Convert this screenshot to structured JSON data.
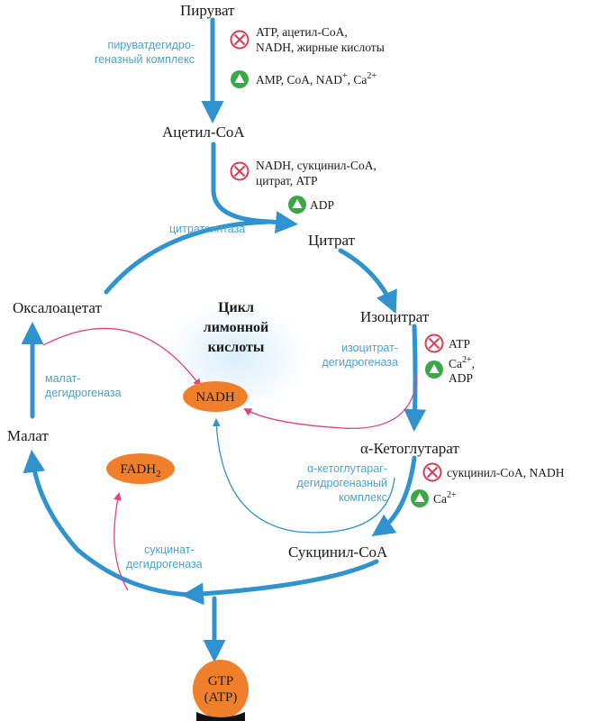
{
  "colors": {
    "flow": "#2f93d0",
    "enzyme_text": "#4aa3d4",
    "product_arrow": "#e0457a",
    "product_fill": "#f07f2b",
    "inhibit": "#d93b52",
    "activate": "#3aa849"
  },
  "title": {
    "line1": "Цикл",
    "line2": "лимонной",
    "line3": "кислоты"
  },
  "metabolites": {
    "pyruvate": "Пируват",
    "acetyl_coa": "Ацетил-CoA",
    "citrate": "Цитрат",
    "isocitrate": "Изоцитрат",
    "alpha_kg": "α-Кетоглутарат",
    "succinyl_coa": "Сукцинил-CoA",
    "malate": "Малат",
    "oxaloacetate": "Оксалоацетат"
  },
  "enzymes": {
    "pdh": {
      "line1": "пируватдегидро-",
      "line2": "геназный комплекс"
    },
    "citrate_synthase": "цитратсинтаза",
    "idh": {
      "line1": "изоцитрат-",
      "line2": "дегидрогеназа"
    },
    "akgdh": {
      "line1": "α-кетоглутараг-",
      "line2": "дегидрогеназный",
      "line3": "комплекс"
    },
    "sdh": {
      "line1": "сукцинат-",
      "line2": "дегидрогеназа"
    },
    "mdh": {
      "line1": "малат-",
      "line2": "дегидрогеназа"
    }
  },
  "regulation": {
    "pdh_inhib": {
      "line1": "ATP, ацетил-CoA,",
      "line2": "NADH, жирные кислоты"
    },
    "pdh_activ": {
      "base": "AMP, CoA, NAD",
      "sup1": "+",
      "mid": ", Ca",
      "sup2": "2+"
    },
    "cs_inhib": {
      "line1": "NADH, сукцинил-CoA,",
      "line2": "цитрат, ATP"
    },
    "cs_activ": "ADP",
    "idh_inhib": "ATP",
    "idh_activ": {
      "ca": "Ca",
      "sup": "2+",
      "comma": ",",
      "adp": "ADP"
    },
    "akg_inhib": "сукцинил-CoA, NADH",
    "akg_activ": {
      "ca": "Ca",
      "sup": "2+"
    }
  },
  "products": {
    "nadh": "NADH",
    "fadh2": {
      "base": "FADH",
      "sub": "2"
    },
    "gtp": {
      "line1": "GTP",
      "line2": "(ATP)"
    }
  }
}
